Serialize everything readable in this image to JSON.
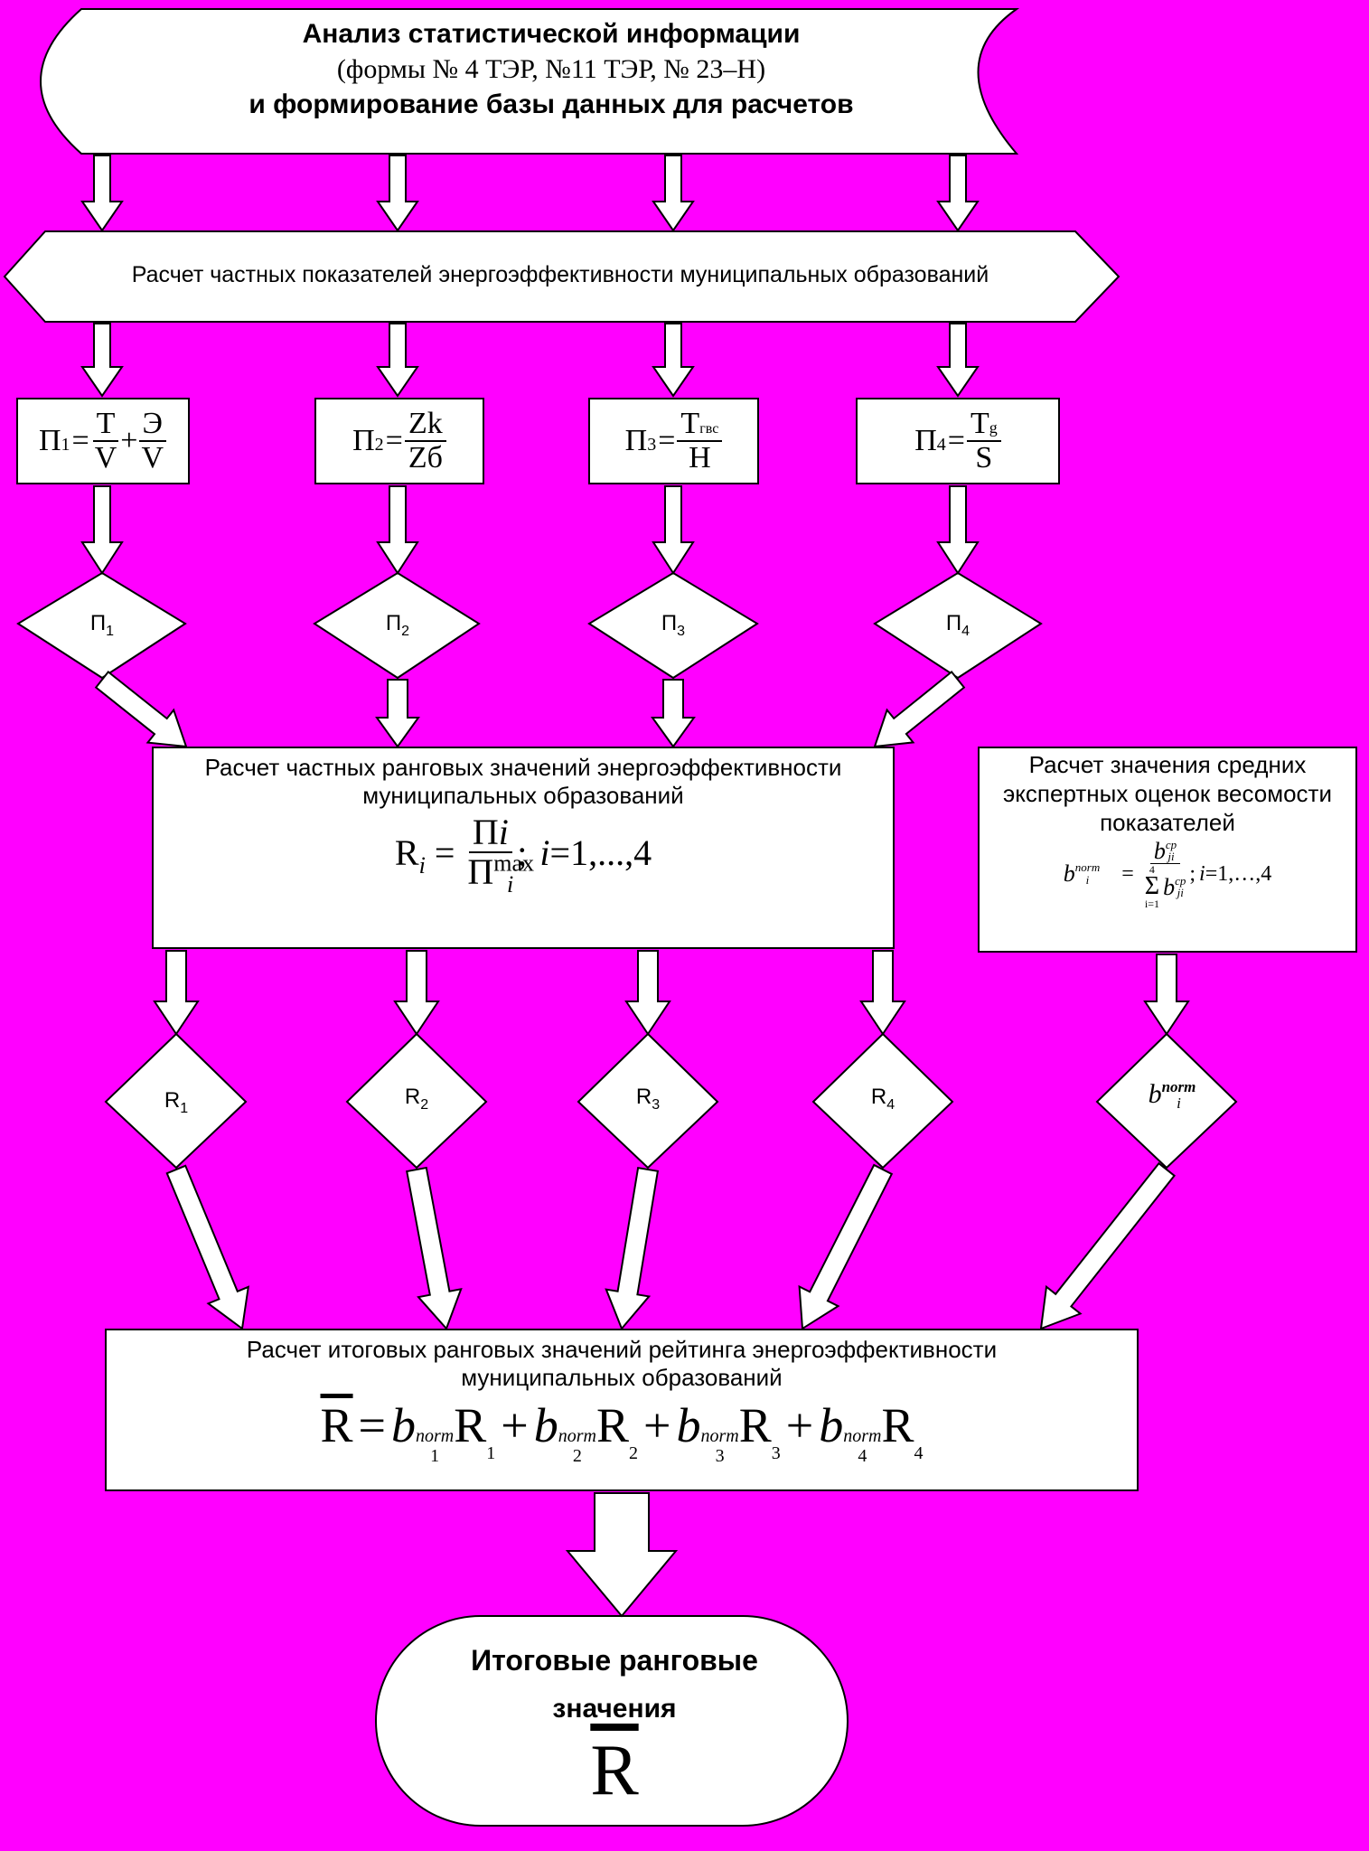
{
  "colors": {
    "background": "#FF00FF",
    "box": "#FFFFFF",
    "stroke": "#000000"
  },
  "top": {
    "line1": "Анализ статистической информации",
    "line2": "(формы № 4 ТЭР, №11 ТЭР, № 23–Н)",
    "line3": "и формирование базы данных для расчетов"
  },
  "partial": {
    "label": "Расчет частных показателей энергоэффективности муниципальных образований"
  },
  "formulas": {
    "p1": {
      "lhs": "П",
      "sub": "1",
      "n1": "Т",
      "d1": "V",
      "op": "+",
      "n2": "Э",
      "d2": "V"
    },
    "p2": {
      "lhs": "П",
      "sub": "2",
      "num": "Zk",
      "den": "Zб"
    },
    "p3": {
      "lhs": "П",
      "sub": "3",
      "num": "Т",
      "numsub": "гвс",
      "den": "Н"
    },
    "p4": {
      "lhs": "П",
      "sub": "4",
      "num": "Т",
      "numsub": "g",
      "den": "S"
    },
    "eq": "="
  },
  "diamonds_p": [
    {
      "main": "П",
      "sub": "1"
    },
    {
      "main": "П",
      "sub": "2"
    },
    {
      "main": "П",
      "sub": "3"
    },
    {
      "main": "П",
      "sub": "4"
    }
  ],
  "rank": {
    "line1": "Расчет частных ранговых значений энергоэффективности",
    "line2": "муниципальных образований",
    "formula": {
      "lhs": "R",
      "lhs_sub": "i",
      "num": "П",
      "num_i": "i",
      "den": "П",
      "den_sup": "max",
      "den_sub": "i",
      "tail_sep": ";",
      "tail_var": "i",
      "tail_rest": "=1,...,4"
    }
  },
  "expert": {
    "line1": "Расчет значения средних",
    "line2": "экспертных оценок весомости",
    "line3": "показателей",
    "formula": {
      "b": "b",
      "norm": "norm",
      "i": "i",
      "cp": "ср",
      "ji": "ji",
      "sum": "Σ",
      "sum_top": "4",
      "sum_bottom": "i=1",
      "tail_i": "i",
      "tail_rest": "=1,…,4",
      "semicolon": ";"
    }
  },
  "diamonds_r": [
    {
      "main": "R",
      "sub": "1"
    },
    {
      "main": "R",
      "sub": "2"
    },
    {
      "main": "R",
      "sub": "3"
    },
    {
      "main": "R",
      "sub": "4"
    }
  ],
  "diamond_b": {
    "main": "b",
    "sup": "norm",
    "sub": "i"
  },
  "final": {
    "line1": "Расчет итоговых ранговых значений рейтинга энергоэффективности",
    "line2": "муниципальных образований",
    "formula": {
      "lhs": "R",
      "terms": [
        {
          "b": "b",
          "norm": "norm",
          "idx": "1",
          "R": "R"
        },
        {
          "b": "b",
          "norm": "norm",
          "idx": "2",
          "R": "R"
        },
        {
          "b": "b",
          "norm": "norm",
          "idx": "3",
          "R": "R"
        },
        {
          "b": "b",
          "norm": "norm",
          "idx": "4",
          "R": "R"
        }
      ],
      "eq": "=",
      "plus": "+"
    }
  },
  "result": {
    "line1": "Итоговые ранговые",
    "line2": "значения",
    "symbol": "R"
  }
}
